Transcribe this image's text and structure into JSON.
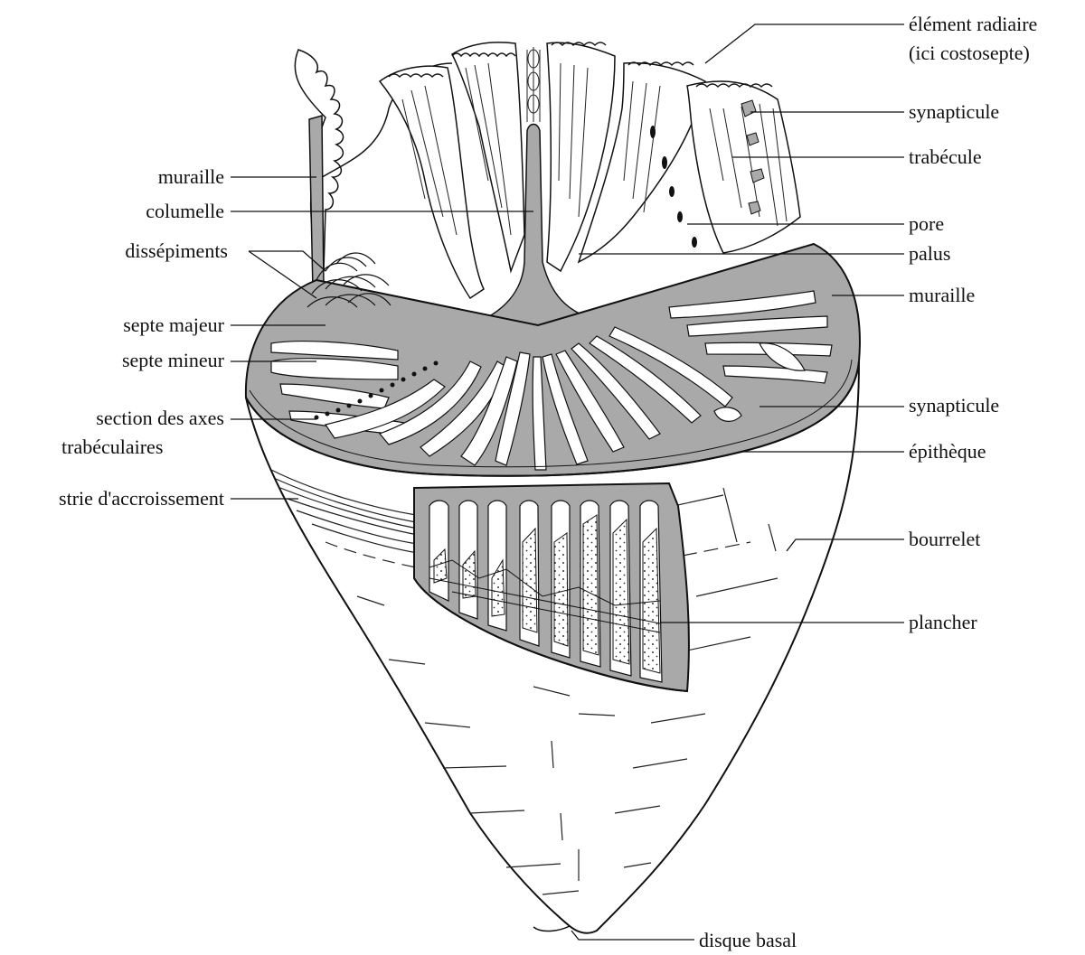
{
  "labels": {
    "element_radiaire_1": "élément radiaire",
    "element_radiaire_2": "(ici costosepte)",
    "synapticule_top": "synapticule",
    "trabecule": "trabécule",
    "pore": "pore",
    "palus": "palus",
    "muraille_right": "muraille",
    "synapticule_mid": "synapticule",
    "epitheque": "épithèque",
    "bourrelet": "bourrelet",
    "plancher": "plancher",
    "disque_basal": "disque basal",
    "muraille_left": "muraille",
    "columelle": "columelle",
    "dissepiments": "dissépiments",
    "septe_majeur": "septe majeur",
    "septe_mineur": "septe mineur",
    "section_axes_1": "section des axes",
    "section_axes_2": "trabéculaires",
    "strie": "strie d'accroissement"
  },
  "colors": {
    "ink": "#111111",
    "section_fill": "#a9a9a9",
    "paper": "#ffffff"
  }
}
